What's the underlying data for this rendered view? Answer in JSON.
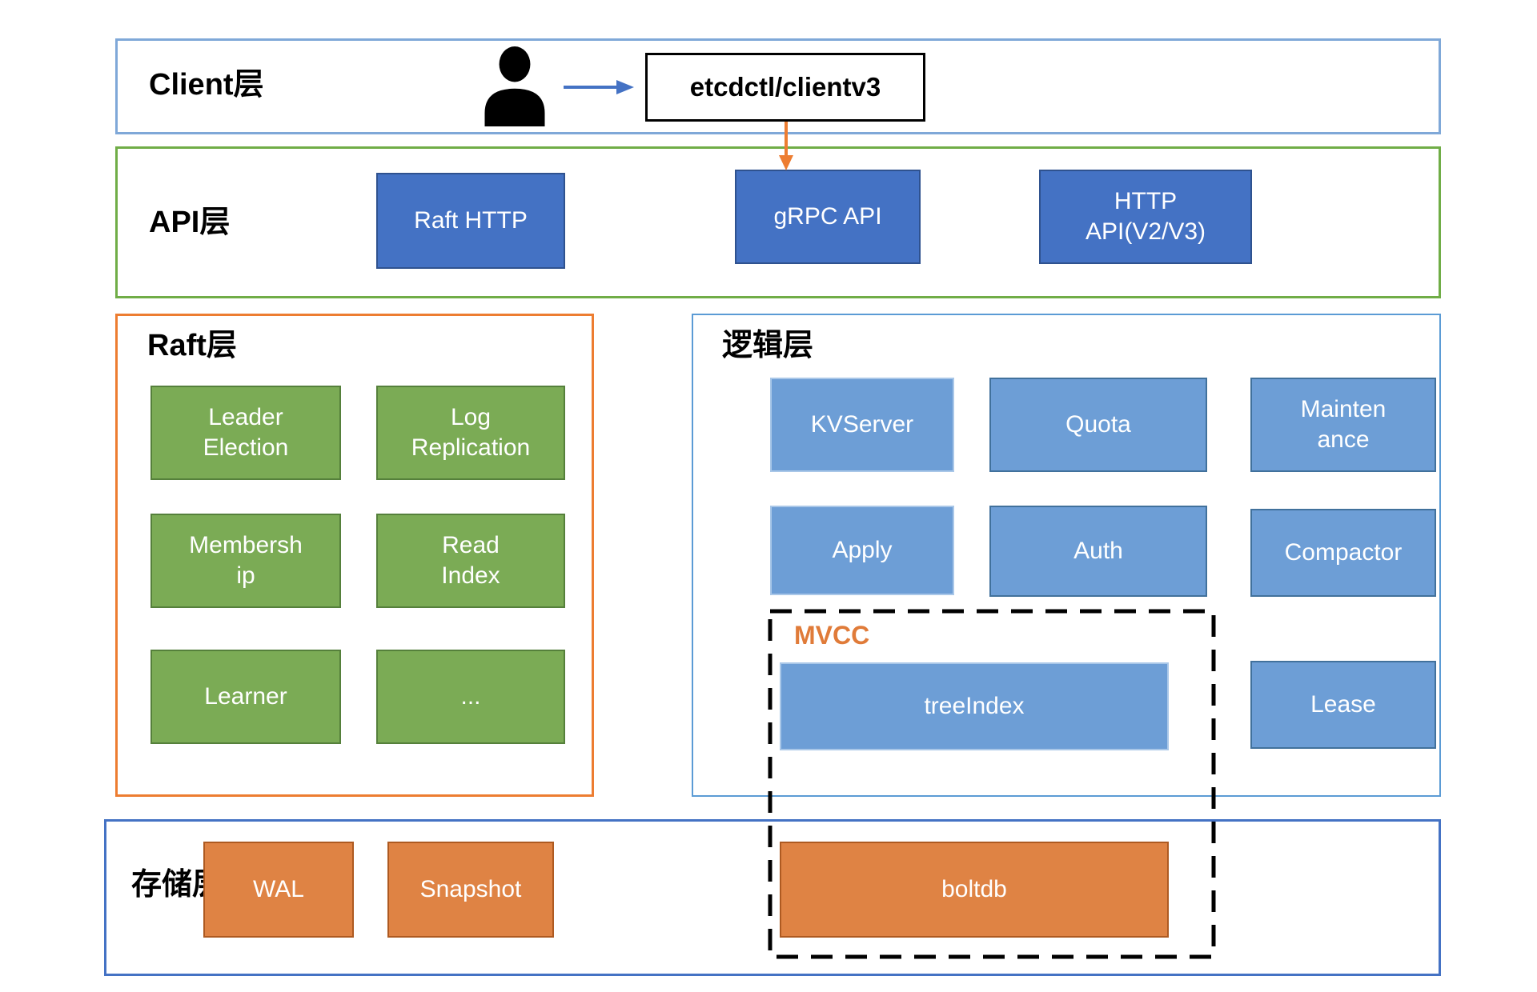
{
  "client_layer": {
    "title": "Client层",
    "target_box": "etcdctl/clientv3"
  },
  "api_layer": {
    "title": "API层",
    "raft_http": "Raft HTTP",
    "grpc_api": "gRPC API",
    "http_api": "HTTP API(V2/V3)"
  },
  "raft_layer": {
    "title": "Raft层",
    "leader_election": "Leader Election",
    "log_replication": "Log Replication",
    "membership": "Membership",
    "read_index": "Read Index",
    "learner": "Learner",
    "more": "..."
  },
  "logic_layer": {
    "title": "逻辑层",
    "kvserver": "KVServer",
    "quota": "Quota",
    "maintenance": "Maintenance",
    "apply": "Apply",
    "auth": "Auth",
    "compactor": "Compactor",
    "lease": "Lease",
    "mvcc": {
      "label": "MVCC",
      "tree_index": "treeIndex"
    }
  },
  "storage_layer": {
    "title": "存储层",
    "wal": "WAL",
    "snapshot": "Snapshot",
    "boltdb": "boltdb"
  },
  "colors": {
    "client_border": "#7FA8D8",
    "api_border": "#70AD47",
    "raft_border": "#ED7D31",
    "logic_border": "#5B9BD5",
    "storage_border": "#4472C4",
    "dark_blue_fill": "#4472C4",
    "dark_blue_border": "#2F528F",
    "light_blue_fill": "#6D9ED6",
    "light_blue_border": "#41719C",
    "green_fill": "#7BAB55",
    "green_border": "#55803B",
    "orange_fill": "#DF8344",
    "orange_border": "#AE5A21",
    "mvcc_label": "#E07B39",
    "arrow_blue": "#4472C4",
    "arrow_orange": "#ED7D31",
    "dashed_border": "#000000"
  }
}
